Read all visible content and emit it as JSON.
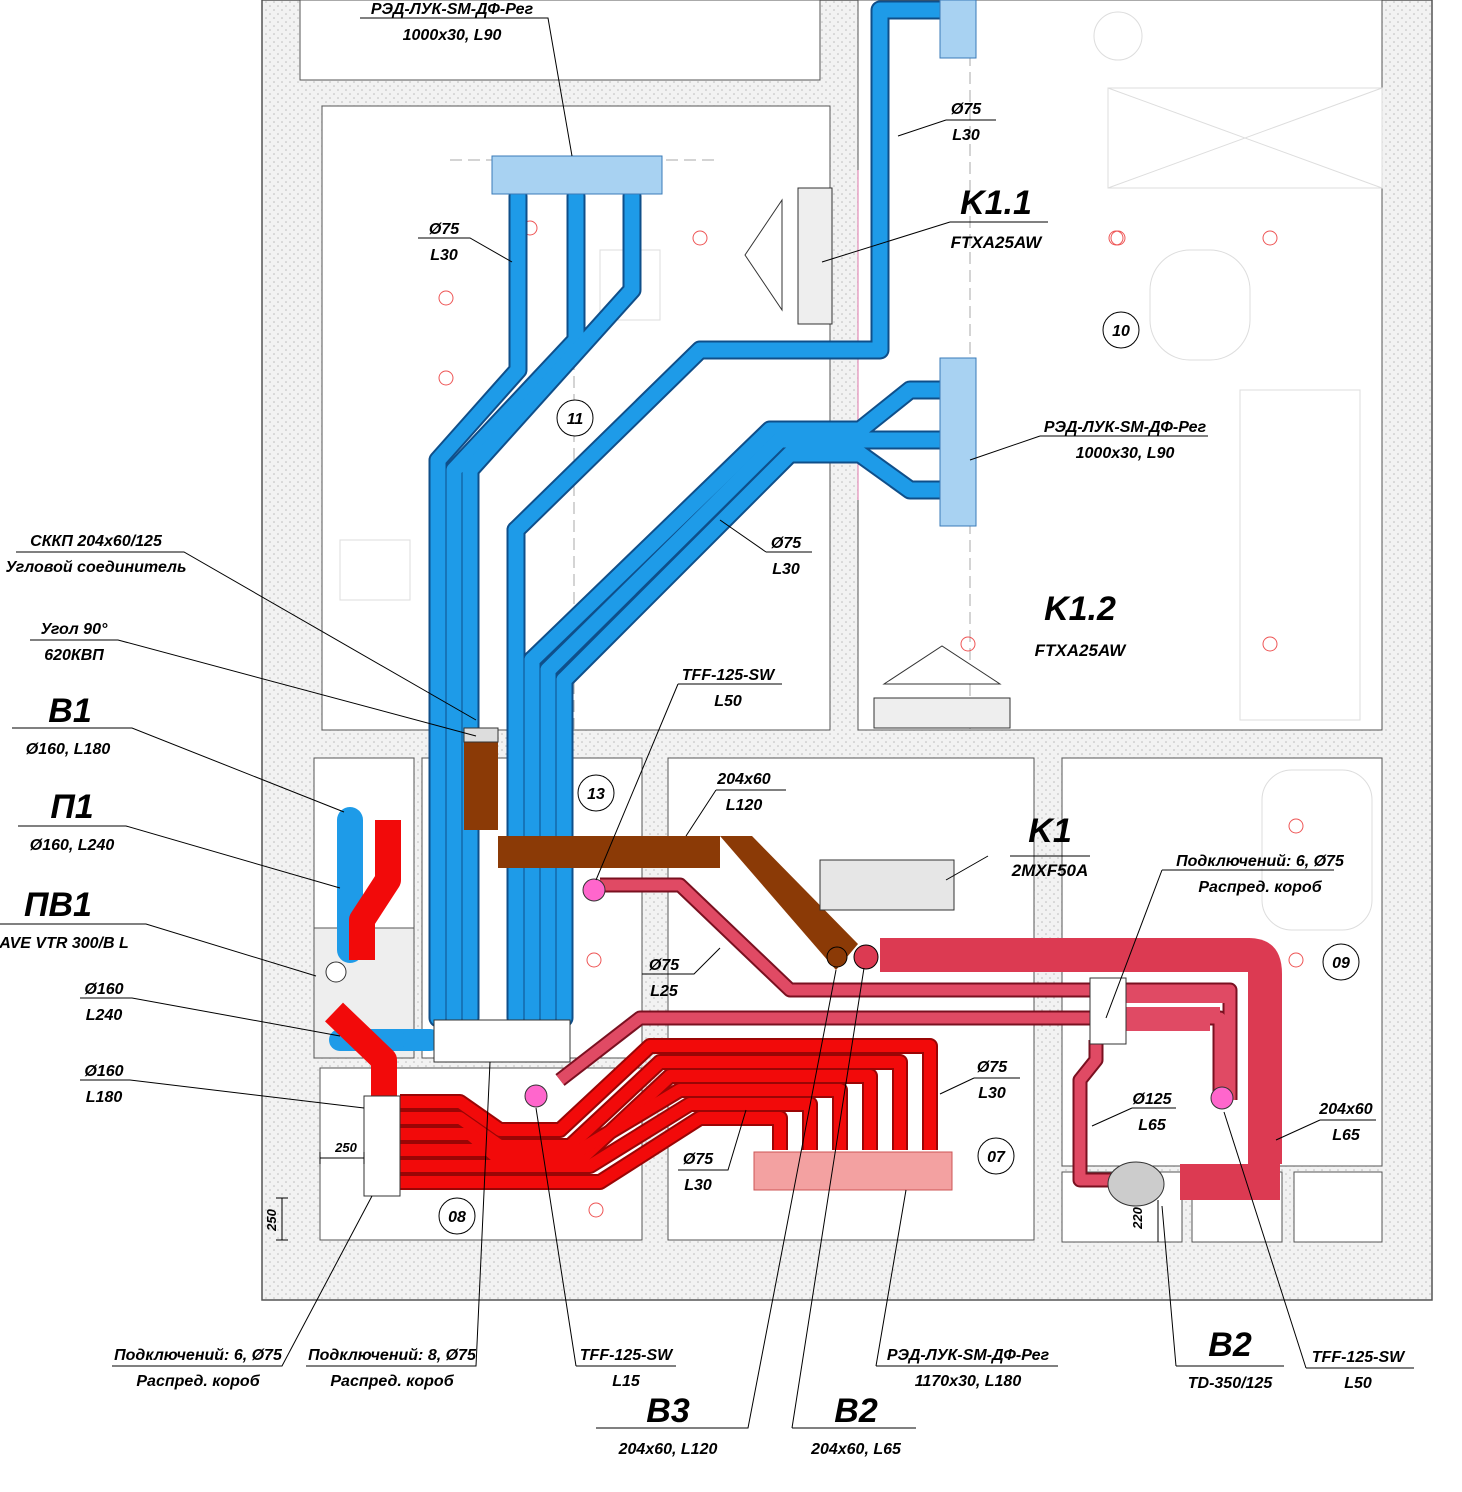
{
  "colors": {
    "supply_blue": "#1e9be8",
    "exhaust_red": "#f20a0a",
    "exhaust_pink": "#dc3a52",
    "brown_duct": "#8b3a06",
    "grille_blue": "#a8d2f2",
    "grille_pink": "#f3a1a1",
    "wall_hatch": "#dcdcdc"
  },
  "rooms": [
    "11",
    "10",
    "13",
    "09",
    "07",
    "08"
  ],
  "units": {
    "k11": {
      "name": "K1.1",
      "model": "FTXA25AW"
    },
    "k12": {
      "name": "K1.2",
      "model": "FTXA25AW"
    },
    "k1": {
      "name": "K1",
      "model": "2MXF50A"
    }
  },
  "labels": {
    "top_grille": {
      "l1": "РЭД-ЛУК-SM-ДФ-Рег",
      "l2": "1000х30,  L90"
    },
    "right_grille": {
      "l1": "РЭД-ЛУК-SM-ДФ-Рег",
      "l2": "1000х30,  L90"
    },
    "d75_top_right": {
      "l1": "Ø75",
      "l2": "L30"
    },
    "d75_room11": {
      "l1": "Ø75",
      "l2": "L30"
    },
    "d75_mid": {
      "l1": "Ø75",
      "l2": "L30"
    },
    "skkp": {
      "l1": "СККП 204х60/125",
      "l2": "Угловой соединитель"
    },
    "angle": {
      "l1": "Угол 90°",
      "l2": "620КВП"
    },
    "b1": {
      "name": "В1",
      "spec": "Ø160,  L180"
    },
    "p1": {
      "name": "П1",
      "spec": "Ø160,  L240"
    },
    "pv1": {
      "name": "ПВ1",
      "spec": "AVE VTR 300/B L"
    },
    "d160_240": {
      "l1": "Ø160",
      "l2": "L240"
    },
    "d160_180": {
      "l1": "Ø160",
      "l2": "L180"
    },
    "tff_top": {
      "l1": "TFF-125-SW",
      "l2": "L50"
    },
    "r204_120": {
      "l1": "204х60",
      "l2": "L120"
    },
    "d75_l25": {
      "l1": "Ø75",
      "l2": "L25"
    },
    "conn6_right": {
      "l1": "Подключений: 6, Ø75",
      "l2": "Распред. короб"
    },
    "d75_07": {
      "l1": "Ø75",
      "l2": "L30"
    },
    "d75_08": {
      "l1": "Ø75",
      "l2": "L30"
    },
    "d125": {
      "l1": "Ø125",
      "l2": "L65"
    },
    "r204_65_right": {
      "l1": "204х60",
      "l2": "L65"
    },
    "dim250h": "250",
    "dim250v": "250",
    "dim220": "220",
    "conn6_bottom": {
      "l1": "Подключений: 6, Ø75",
      "l2": "Распред. короб"
    },
    "conn8_bottom": {
      "l1": "Подключений: 8, Ø75",
      "l2": "Распред. короб"
    },
    "tff_l15": {
      "l1": "TFF-125-SW",
      "l2": "L15"
    },
    "grille_bottom": {
      "l1": "РЭД-ЛУК-SM-ДФ-Рег",
      "l2": "1170х30,  L180"
    },
    "b2_td": {
      "name": "В2",
      "spec": "TD-350/125"
    },
    "tff_l50_bottom": {
      "l1": "TFF-125-SW",
      "l2": "L50"
    },
    "b3": {
      "name": "В3",
      "spec": "204х60,  L120"
    },
    "b2": {
      "name": "В2",
      "spec": "204х60,  L65"
    }
  }
}
